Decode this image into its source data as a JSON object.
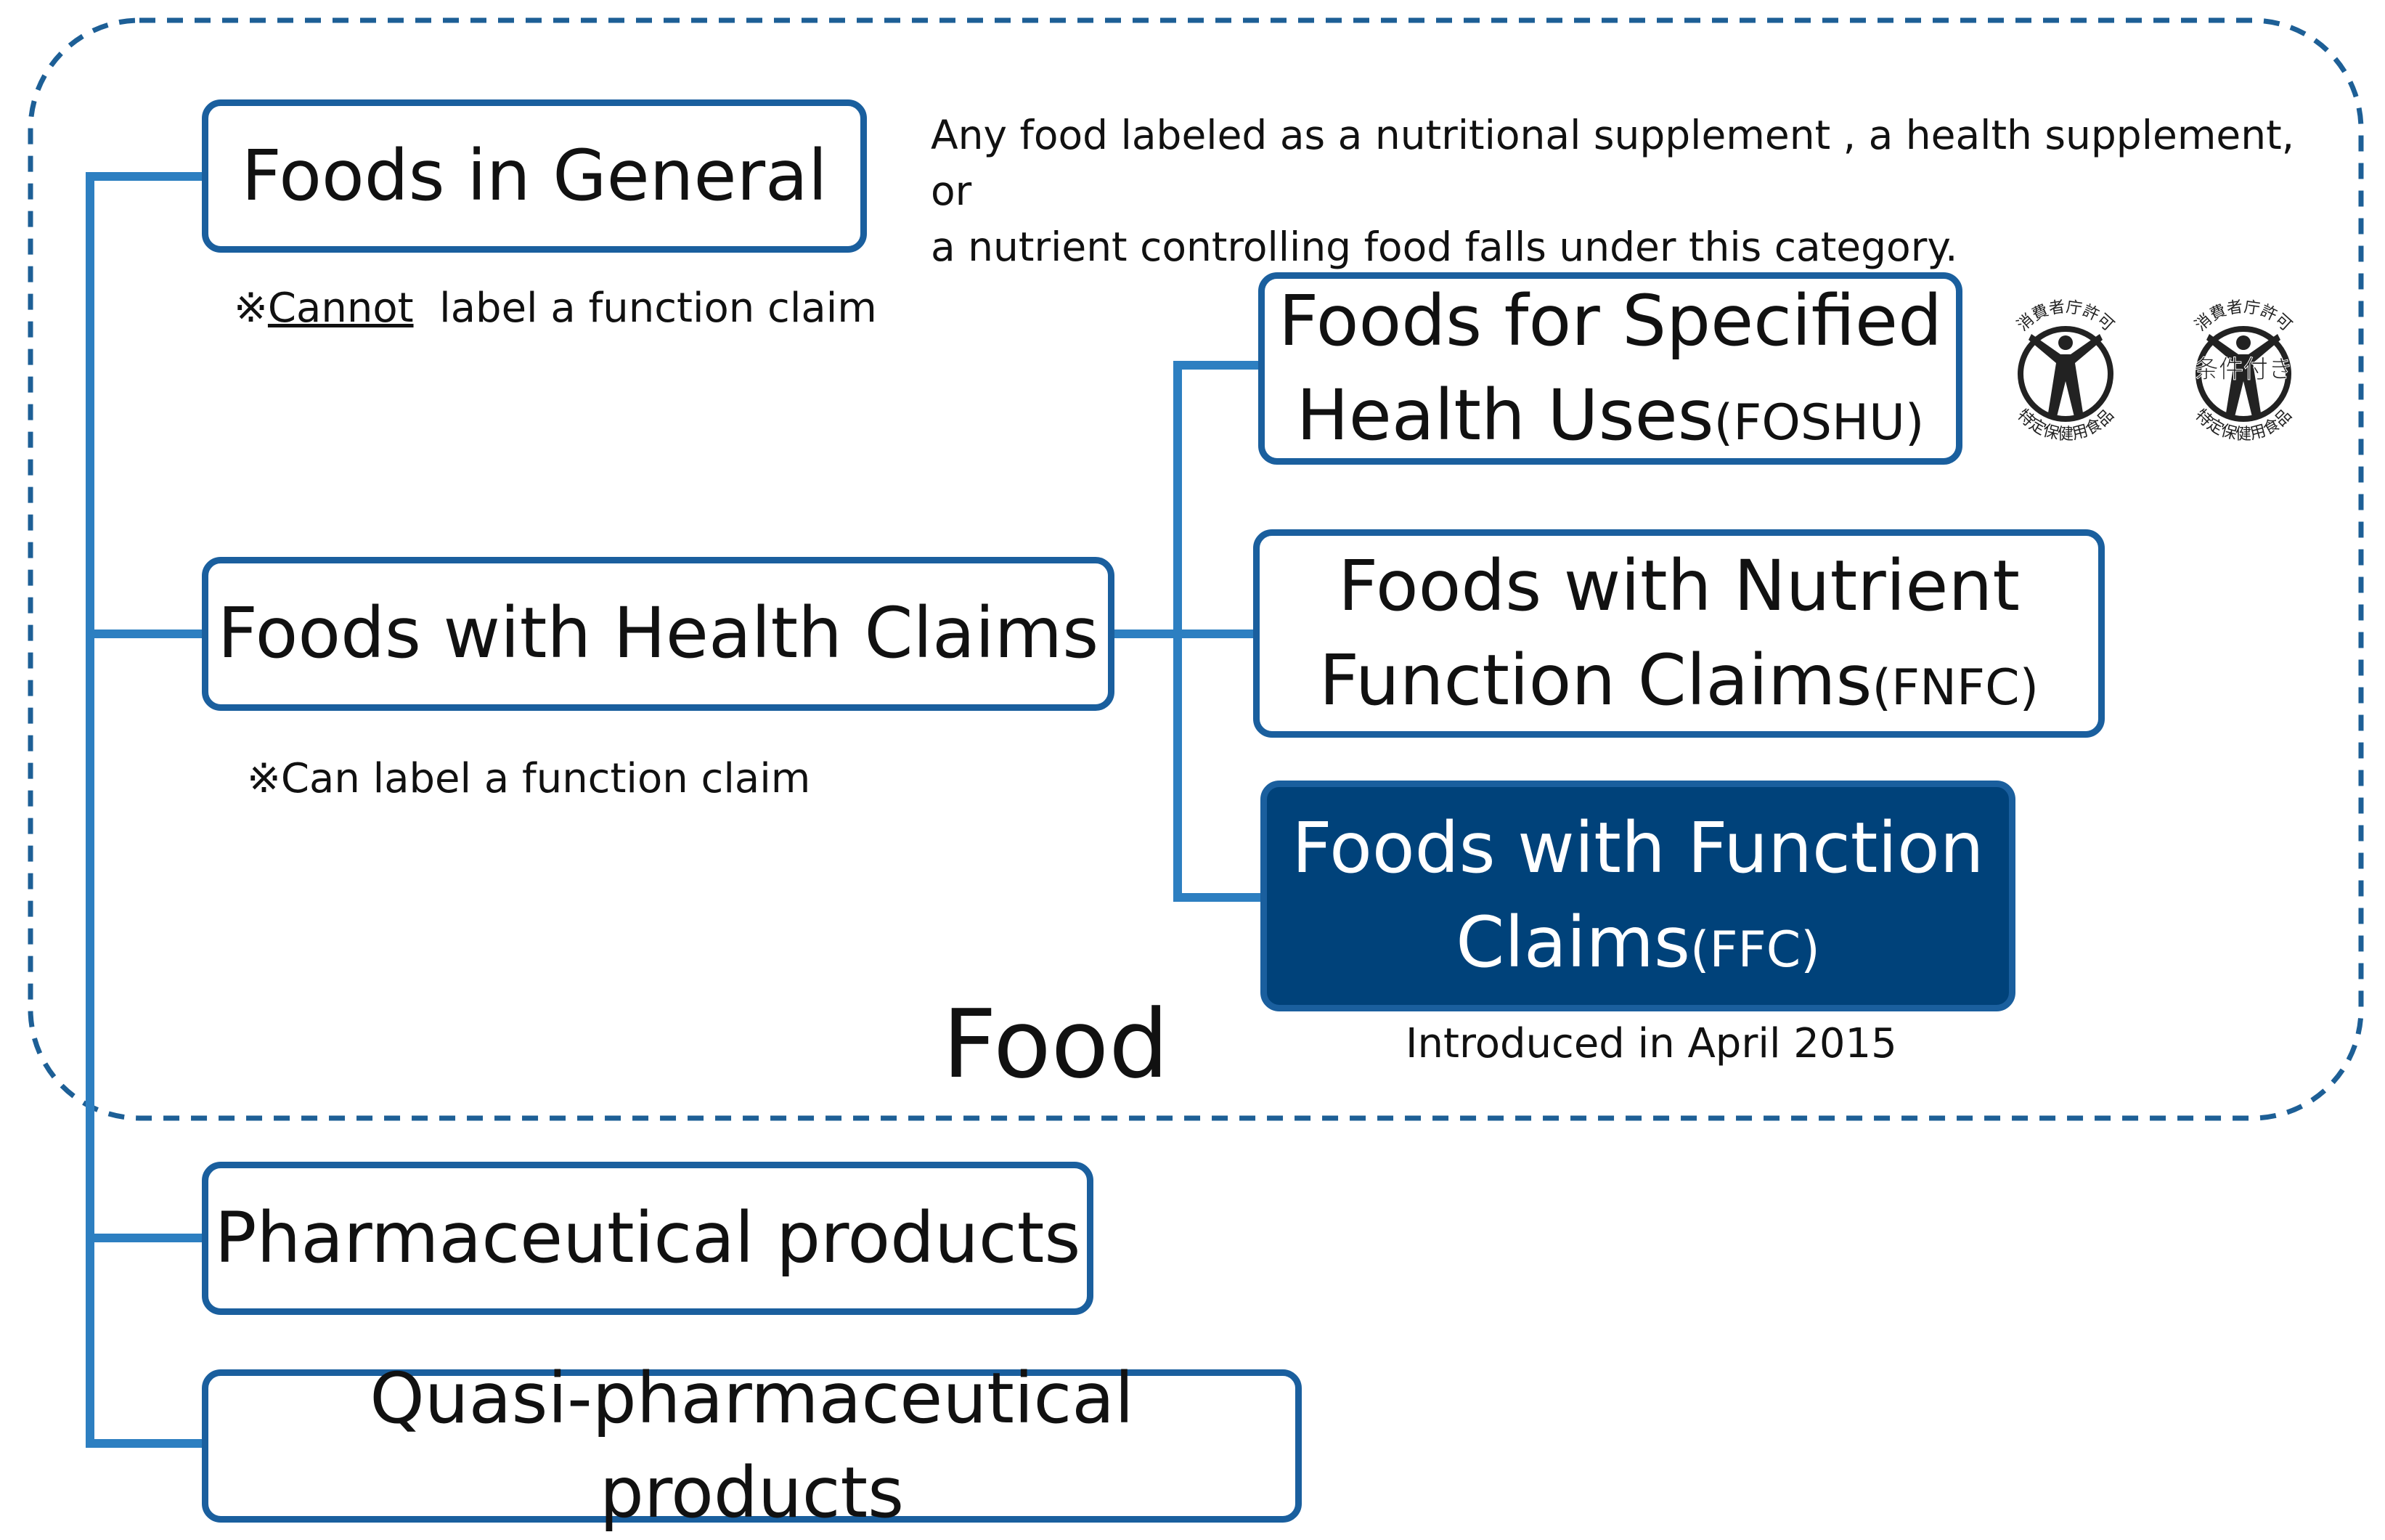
{
  "food_region_label": "Food",
  "foods_in_general": {
    "label": "Foods in General",
    "note_mark": "※",
    "note_underlined": "Cannot",
    "note_rest": "  label a function claim"
  },
  "description": {
    "line1": "Any food labeled as a nutritional supplement , a health supplement, or",
    "line2": "a nutrient controlling food falls under this category."
  },
  "foods_with_health_claims": {
    "label": "Foods with Health Claims",
    "note": "※Can label a function claim"
  },
  "foshu": {
    "line1": "Foods for Specified",
    "line2_main": "Health Uses",
    "line2_abbr": "(FOSHU)"
  },
  "fnfc": {
    "line1": "Foods with Nutrient",
    "line2_main": "Function Claims",
    "line2_abbr": "(FNFC)"
  },
  "ffc": {
    "line1": "Foods with Function",
    "line2_main": "Claims",
    "line2_abbr": "(FFC)",
    "note": "Introduced in April 2015"
  },
  "foshu_seal_1": {
    "top_text": "消費者庁許可",
    "bottom_text": "特定保健用食品"
  },
  "foshu_seal_2": {
    "top_text": "消費者庁許可",
    "bottom_text": "特定保健用食品",
    "overlay_text": "条件付き"
  },
  "pharmaceutical": {
    "label": "Pharmaceutical products"
  },
  "quasi_pharmaceutical": {
    "label": "Quasi-pharmaceutical products"
  },
  "colors": {
    "line": "#2d7fc1",
    "border": "#1a5f9e",
    "dark_fill": "#00427a",
    "dashed": "#1d5f96"
  }
}
